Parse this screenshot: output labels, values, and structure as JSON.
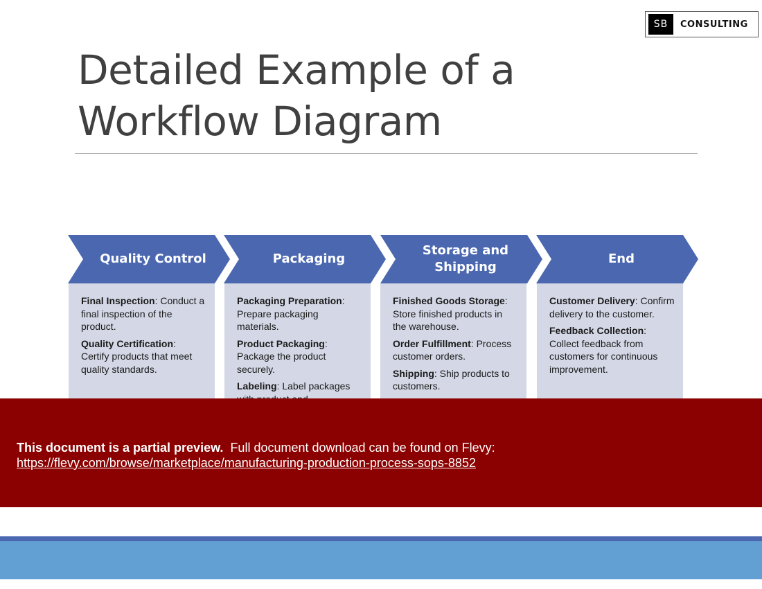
{
  "logo": {
    "mark": "SB",
    "text": "CONSULTING"
  },
  "title": {
    "line1": "Detailed Example of a",
    "line2": "Workflow Diagram"
  },
  "steps": [
    {
      "heading": "Quality Control",
      "items": [
        {
          "term": "Final Inspection",
          "desc": ": Conduct a final inspection of the product."
        },
        {
          "term": "Quality Certification",
          "desc": ": Certify products that meet quality standards."
        }
      ]
    },
    {
      "heading": "Packaging",
      "items": [
        {
          "term": "Packaging Preparation",
          "desc": ": Prepare packaging materials."
        },
        {
          "term": "Product Packaging",
          "desc": ": Package the product securely."
        },
        {
          "term": "Labeling",
          "desc": ": Label packages with product and"
        }
      ]
    },
    {
      "heading": "Storage and Shipping",
      "items": [
        {
          "term": "Finished Goods Storage",
          "desc": ": Store finished products in the warehouse."
        },
        {
          "term": "Order Fulfillment",
          "desc": ": Process customer orders."
        },
        {
          "term": "Shipping",
          "desc": ": Ship products to customers."
        }
      ]
    },
    {
      "heading": "End",
      "items": [
        {
          "term": "Customer Delivery",
          "desc": ": Confirm delivery to the customer."
        },
        {
          "term": "Feedback Collection",
          "desc": ": Collect feedback from customers for continuous improvement."
        }
      ]
    }
  ],
  "banner": {
    "bold": "This document is a partial preview.",
    "text": "Full document download can be found on Flevy:",
    "link": "https://flevy.com/browse/marketplace/manufacturing-production-process-sops-8852"
  },
  "colors": {
    "chevron": "#4a67b0",
    "body": "#d4d8e6",
    "banner": "#8b0000",
    "footer": "#629fd3"
  }
}
